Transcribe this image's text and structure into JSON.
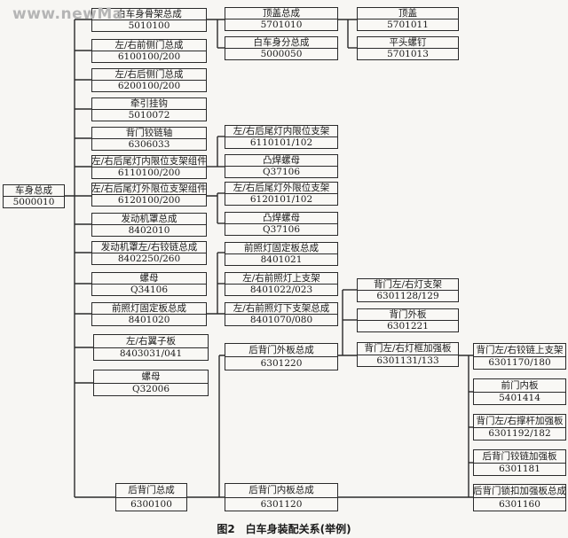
{
  "watermark": "www.newMa",
  "root": {
    "name": "车身总成",
    "code": "5000010"
  },
  "col1": [
    {
      "name": "白车身骨架总成",
      "code": "5010100"
    },
    {
      "name": "左/右前侧门总成",
      "code": "6100100/200"
    },
    {
      "name": "左/右后侧门总成",
      "code": "6200100/200"
    },
    {
      "name": "牵引挂钩",
      "code": "5010072"
    },
    {
      "name": "背门铰链轴",
      "code": "6306033"
    },
    {
      "name": "左/右后尾灯内限位支架组件",
      "code": "6110100/200"
    },
    {
      "name": "左/右后尾灯外限位支架组件",
      "code": "6120100/200"
    },
    {
      "name": "发动机罩总成",
      "code": "8402010"
    },
    {
      "name": "发动机罩左/右铰链总成",
      "code": "8402250/260"
    },
    {
      "name": "螺母",
      "code": "Q34106"
    },
    {
      "name": "前照灯固定板总成",
      "code": "8401020"
    },
    {
      "name": "左/右翼子板",
      "code": "8403031/041"
    },
    {
      "name": "螺母",
      "code": "Q32006"
    },
    {
      "name": "后背门总成",
      "code": "6300100"
    }
  ],
  "col2": [
    {
      "name": "顶盖总成",
      "code": "5701010"
    },
    {
      "name": "白车身分总成",
      "code": "5000050"
    },
    {
      "name": "左/右后尾灯内限位支架",
      "code": "6110101/102"
    },
    {
      "name": "凸焊螺母",
      "code": "Q37106"
    },
    {
      "name": "左/右后尾灯外限位支架",
      "code": "6120101/102"
    },
    {
      "name": "凸焊螺母",
      "code": "Q37106"
    },
    {
      "name": "前照灯固定板总成",
      "code": "8401021"
    },
    {
      "name": "左/右前照灯上支架",
      "code": "8401022/023"
    },
    {
      "name": "左/右前照灯下支架总成",
      "code": "8401070/080"
    },
    {
      "name": "后背门外板总成",
      "code": "6301220"
    },
    {
      "name": "后背门内板总成",
      "code": "6301120"
    }
  ],
  "col3": [
    {
      "name": "顶盖",
      "code": "5701011"
    },
    {
      "name": "平头螺钉",
      "code": "5701013"
    },
    {
      "name": "背门左/右灯支架",
      "code": "6301128/129"
    },
    {
      "name": "背门外板",
      "code": "6301221"
    },
    {
      "name": "背门左/右灯框加强板",
      "code": "6301131/133"
    }
  ],
  "col4": [
    {
      "name": "背门左/右铰链上支架",
      "code": "6301170/180"
    },
    {
      "name": "前门内板",
      "code": "5401414"
    },
    {
      "name": "背门左/右撑杆加强板",
      "code": "6301192/182"
    },
    {
      "name": "后背门铰链加强板",
      "code": "6301181"
    },
    {
      "name": "后背门锁扣加强板总成",
      "code": "6301160"
    }
  ],
  "caption": "图2　白车身装配关系(举例)"
}
